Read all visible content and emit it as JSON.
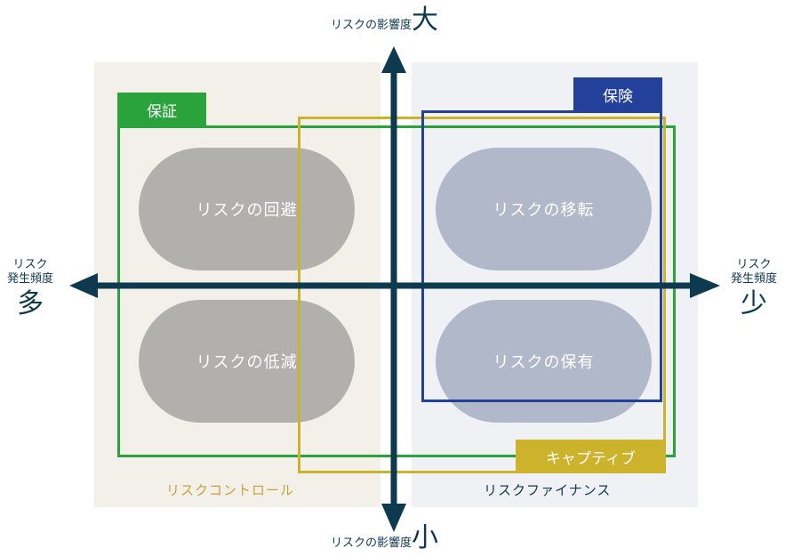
{
  "axis": {
    "top": {
      "prefix": "リスクの影響度",
      "big": "大"
    },
    "bottom": {
      "prefix": "リスクの影響度",
      "big": "小"
    },
    "left": {
      "line1": "リスク",
      "line2": "発生頻度",
      "big": "多"
    },
    "right": {
      "line1": "リスク",
      "line2": "発生頻度",
      "big": "少"
    }
  },
  "quadrants": {
    "top_left": "リスクの回避",
    "top_right": "リスクの移転",
    "bottom_left": "リスクの低減",
    "bottom_right": "リスクの保有"
  },
  "groups": {
    "guarantee": "保証",
    "insurance": "保険",
    "captive": "キャプティブ"
  },
  "panels": {
    "left_label": "リスクコントロール",
    "right_label": "リスクファイナンス"
  },
  "colors": {
    "axis": "#0e3a4f",
    "guarantee": "#2aa33c",
    "insurance": "#23409a",
    "captive": "#cdb22b",
    "control_label": "#c9a13a",
    "finance_label": "#0e3a4f"
  }
}
